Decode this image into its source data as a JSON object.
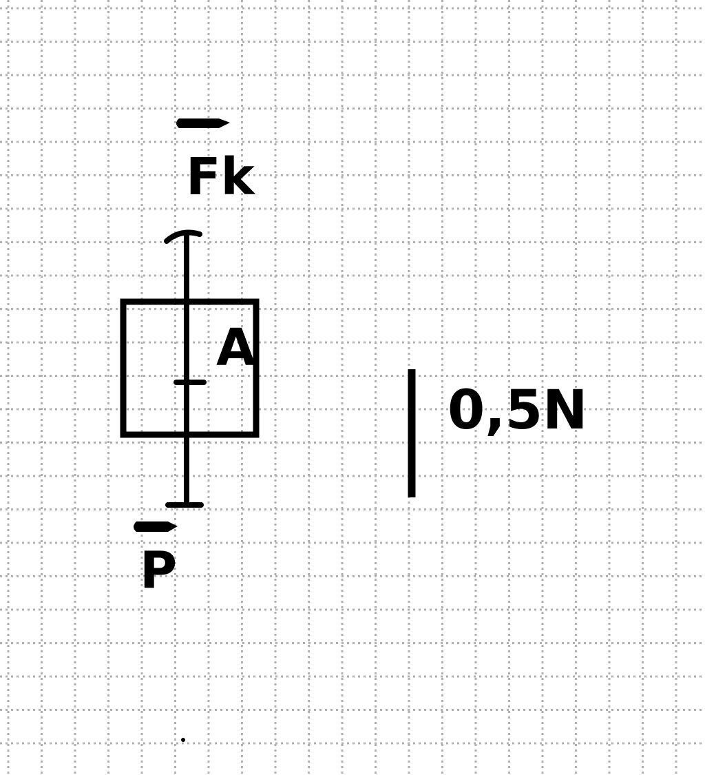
{
  "diagram": {
    "labels": {
      "force_upper": "Fk",
      "force_lower": "P",
      "point": "A",
      "scale": "0,5N"
    },
    "colors": {
      "ink": "#000000",
      "grid": "#b0b0b0",
      "background": "#ffffff"
    },
    "grid": true
  }
}
